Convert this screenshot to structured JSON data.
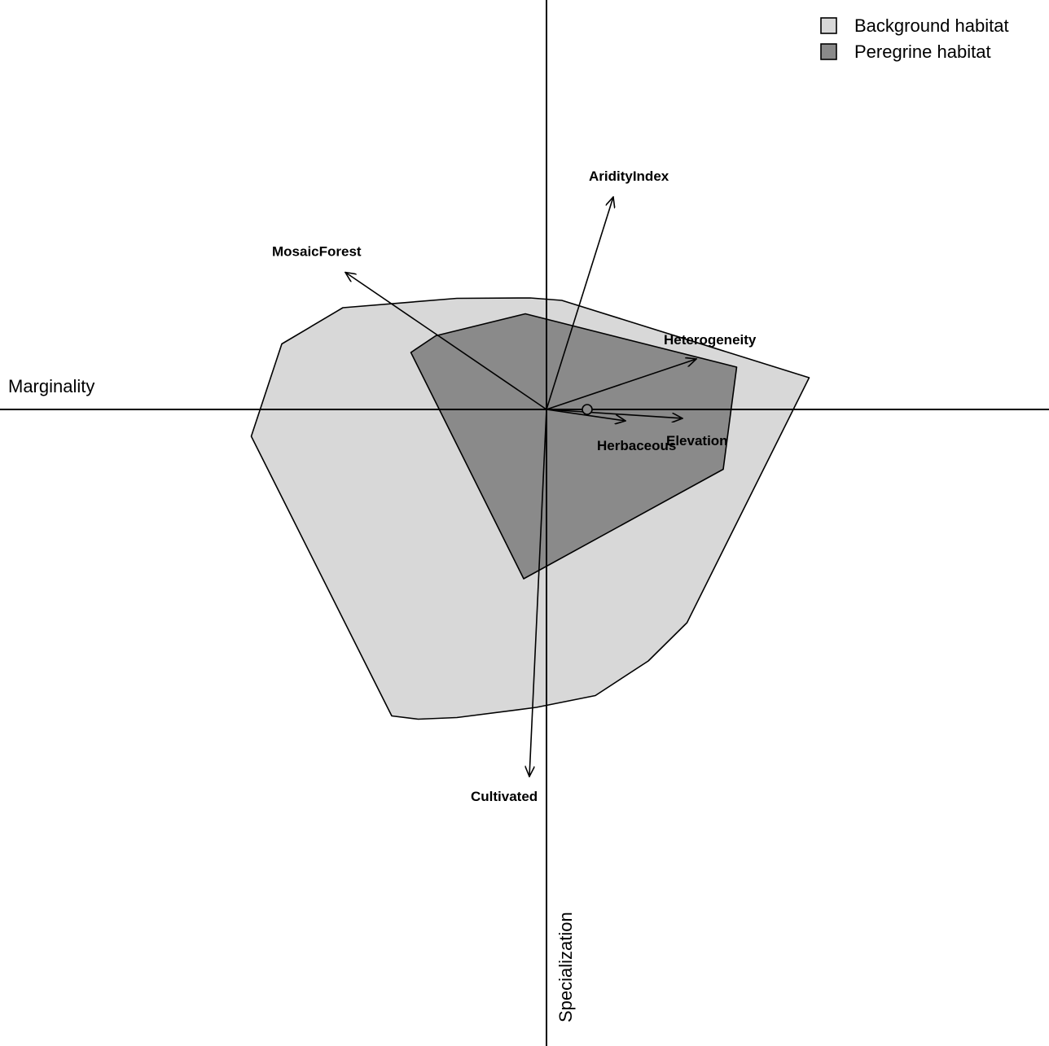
{
  "chart_data": {
    "type": "scatter",
    "subtype": "enfa-biplot",
    "xlabel": "Marginality",
    "ylabel": "Specialization",
    "xlim": [
      -1.0,
      1.0
    ],
    "ylim": [
      -1.0,
      1.0
    ],
    "grid": false,
    "legend_position": "top-right",
    "colors": {
      "background": "#d8d8d8",
      "peregrine": "#8a8a8a",
      "stroke": "#000000"
    },
    "legend": [
      {
        "label": "Background habitat",
        "color": "#d8d8d8"
      },
      {
        "label": "Peregrine habitat",
        "color": "#8a8a8a"
      }
    ],
    "polygons": [
      {
        "name": "Background habitat",
        "points": [
          [
            -0.2444,
            0.3033
          ],
          [
            -0.5556,
            0.2778
          ],
          [
            -0.7222,
            0.1789
          ],
          [
            -0.8056,
            -0.0733
          ],
          [
            -0.4222,
            -0.8367
          ],
          [
            -0.35,
            -0.8456
          ],
          [
            -0.2444,
            -0.8411
          ],
          [
            -0.0278,
            -0.8133
          ],
          [
            0.1333,
            -0.7811
          ],
          [
            0.2778,
            -0.6867
          ],
          [
            0.3833,
            -0.5822
          ],
          [
            0.7167,
            0.0867
          ],
          [
            0.0417,
            0.2978
          ],
          [
            -0.0444,
            0.3044
          ]
        ]
      },
      {
        "name": "Peregrine habitat",
        "points": [
          [
            -0.0578,
            0.2611
          ],
          [
            -0.3022,
            0.2011
          ],
          [
            -0.37,
            0.1556
          ],
          [
            -0.0622,
            -0.4622
          ],
          [
            0.4822,
            -0.1633
          ],
          [
            0.5189,
            0.1156
          ]
        ]
      }
    ],
    "vectors": [
      {
        "label": "AridityIndex",
        "x": 0.1822,
        "y": 0.58
      },
      {
        "label": "MosaicForest",
        "x": -0.5489,
        "y": 0.3744
      },
      {
        "label": "Heterogeneity",
        "x": 0.4089,
        "y": 0.1378
      },
      {
        "label": "Elevation",
        "x": 0.3711,
        "y": -0.0244
      },
      {
        "label": "Herbaceous",
        "x": 0.2156,
        "y": -0.0311
      },
      {
        "label": "Cultivated",
        "x": -0.0467,
        "y": -1.0022
      }
    ],
    "centroid": {
      "x": 0.1111,
      "y": 0.0
    }
  }
}
